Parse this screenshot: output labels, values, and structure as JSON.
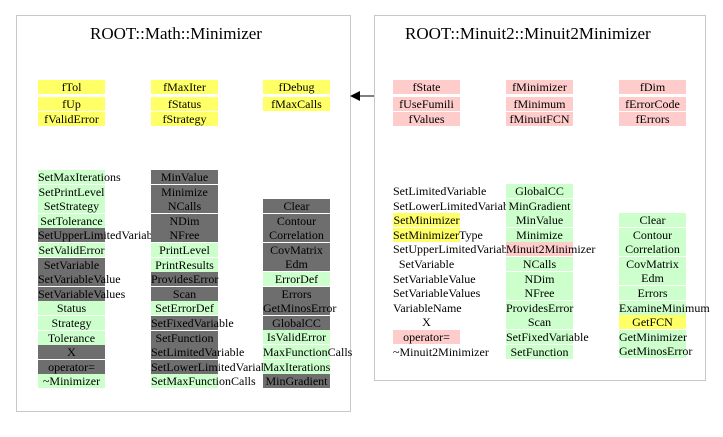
{
  "left_panel": {
    "title": "ROOT::Math::Minimizer",
    "members": [
      [
        "fTol",
        "fMaxIter",
        "fDebug"
      ],
      [
        "fUp",
        "fStatus",
        "fMaxCalls"
      ],
      [
        "fValidError",
        "fStrategy"
      ]
    ],
    "methods": {
      "col1": [
        {
          "t": "SetMaxIterations",
          "c": "g"
        },
        {
          "t": "SetPrintLevel",
          "c": "g"
        },
        {
          "t": "SetStrategy",
          "c": "g"
        },
        {
          "t": "SetTolerance",
          "c": "g"
        },
        {
          "t": "SetUpperLimitedVariable",
          "c": "d"
        },
        {
          "t": "SetValidError",
          "c": "g"
        },
        {
          "t": "SetVariable",
          "c": "d"
        },
        {
          "t": "SetVariableValue",
          "c": "d"
        },
        {
          "t": "SetVariableValues",
          "c": "d"
        },
        {
          "t": "Status",
          "c": "g"
        },
        {
          "t": "Strategy",
          "c": "g"
        },
        {
          "t": "Tolerance",
          "c": "g"
        },
        {
          "t": "X",
          "c": "d"
        },
        {
          "t": "operator=",
          "c": "d"
        },
        {
          "t": "~Minimizer",
          "c": "g"
        }
      ],
      "col2": [
        {
          "t": "MinValue",
          "c": "d"
        },
        {
          "t": "Minimize",
          "c": "d"
        },
        {
          "t": "NCalls",
          "c": "d"
        },
        {
          "t": "NDim",
          "c": "d"
        },
        {
          "t": "NFree",
          "c": "d"
        },
        {
          "t": "PrintLevel",
          "c": "g"
        },
        {
          "t": "PrintResults",
          "c": "g"
        },
        {
          "t": "ProvidesError",
          "c": "d"
        },
        {
          "t": "Scan",
          "c": "d"
        },
        {
          "t": "SetErrorDef",
          "c": "g"
        },
        {
          "t": "SetFixedVariable",
          "c": "d"
        },
        {
          "t": "SetFunction",
          "c": "d"
        },
        {
          "t": "SetLimitedVariable",
          "c": "d"
        },
        {
          "t": "SetLowerLimitedVariable",
          "c": "d"
        },
        {
          "t": "SetMaxFunctionCalls",
          "c": "g"
        }
      ],
      "col3": [
        {
          "t": "Clear",
          "c": "d"
        },
        {
          "t": "Contour",
          "c": "d"
        },
        {
          "t": "Correlation",
          "c": "d"
        },
        {
          "t": "CovMatrix",
          "c": "d"
        },
        {
          "t": "Edm",
          "c": "d"
        },
        {
          "t": "ErrorDef",
          "c": "g"
        },
        {
          "t": "Errors",
          "c": "d"
        },
        {
          "t": "GetMinosError",
          "c": "d"
        },
        {
          "t": "GlobalCC",
          "c": "d"
        },
        {
          "t": "IsValidError",
          "c": "g"
        },
        {
          "t": "MaxFunctionCalls",
          "c": "g"
        },
        {
          "t": "MaxIterations",
          "c": "g"
        },
        {
          "t": "MinGradient",
          "c": "d"
        }
      ]
    }
  },
  "right_panel": {
    "title": "ROOT::Minuit2::Minuit2Minimizer",
    "members": [
      [
        "fState",
        "fMinimizer",
        "fDim"
      ],
      [
        "fUseFumili",
        "fMinimum",
        "fErrorCode"
      ],
      [
        "fValues",
        "fMinuitFCN",
        "fErrors"
      ]
    ],
    "methods": {
      "col1": [
        {
          "t": "SetLimitedVariable",
          "c": "n"
        },
        {
          "t": "SetLowerLimitedVariable",
          "c": "n"
        },
        {
          "t": "SetMinimizer",
          "c": "y"
        },
        {
          "t": "SetMinimizerType",
          "c": "y"
        },
        {
          "t": "SetUpperLimitedVariable",
          "c": "n"
        },
        {
          "t": "SetVariable",
          "c": "n"
        },
        {
          "t": "SetVariableValue",
          "c": "n"
        },
        {
          "t": "SetVariableValues",
          "c": "n"
        },
        {
          "t": "VariableName",
          "c": "n"
        },
        {
          "t": "X",
          "c": "n"
        },
        {
          "t": "operator=",
          "c": "p"
        },
        {
          "t": "~Minuit2Minimizer",
          "c": "n"
        }
      ],
      "col2": [
        {
          "t": "GlobalCC",
          "c": "g"
        },
        {
          "t": "MinGradient",
          "c": "g"
        },
        {
          "t": "MinValue",
          "c": "g"
        },
        {
          "t": "Minimize",
          "c": "g"
        },
        {
          "t": "Minuit2Minimizer",
          "c": "p"
        },
        {
          "t": "NCalls",
          "c": "g"
        },
        {
          "t": "NDim",
          "c": "g"
        },
        {
          "t": "NFree",
          "c": "g"
        },
        {
          "t": "ProvidesError",
          "c": "g"
        },
        {
          "t": "Scan",
          "c": "g"
        },
        {
          "t": "SetFixedVariable",
          "c": "g"
        },
        {
          "t": "SetFunction",
          "c": "g"
        }
      ],
      "col3": [
        {
          "t": "Clear",
          "c": "g"
        },
        {
          "t": "Contour",
          "c": "g"
        },
        {
          "t": "Correlation",
          "c": "g"
        },
        {
          "t": "CovMatrix",
          "c": "g"
        },
        {
          "t": "Edm",
          "c": "g"
        },
        {
          "t": "Errors",
          "c": "g"
        },
        {
          "t": "ExamineMinimum",
          "c": "g"
        },
        {
          "t": "GetFCN",
          "c": "y"
        },
        {
          "t": "GetMinimizer",
          "c": "g"
        },
        {
          "t": "GetMinosError",
          "c": "g"
        }
      ]
    }
  },
  "colors": {
    "public": "#ccffcc",
    "private": "#ffcccc",
    "protected": "#ffff66",
    "inherited": "#6e6e6e"
  }
}
